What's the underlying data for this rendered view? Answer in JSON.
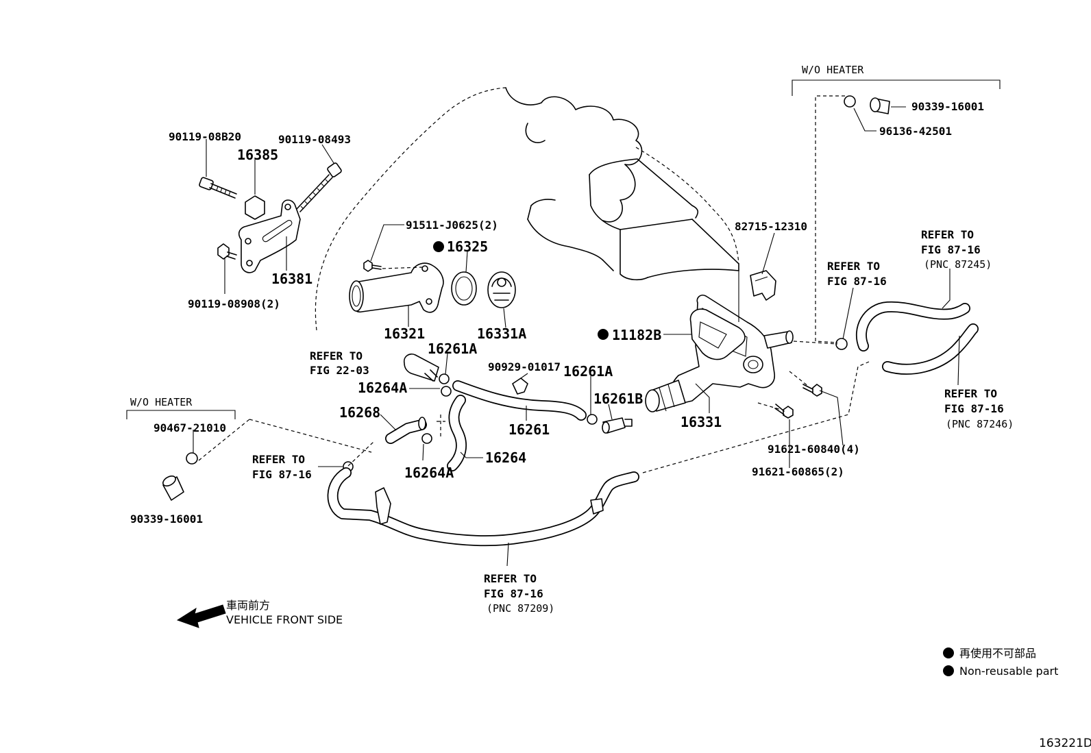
{
  "labels": {
    "p90119_08b20": "90119-08B20",
    "p90119_08493": "90119-08493",
    "p16385": "16385",
    "p16381": "16381",
    "p90119_08908": "90119-08908(2)",
    "p91511": "91511-J0625(2)",
    "p16325": "16325",
    "p16321": "16321",
    "p16331a": "16331A",
    "p82715": "82715-12310",
    "p11182b": "11182B",
    "p16331": "16331",
    "p16261a_1": "16261A",
    "p16261a_2": "16261A",
    "p16261b": "16261B",
    "p16264a_1": "16264A",
    "p16264a_2": "16264A",
    "p16268": "16268",
    "p16264": "16264",
    "p16261": "16261",
    "p90929": "90929-01017",
    "p91621_60840": "91621-60840(4)",
    "p91621_60865": "91621-60865(2)",
    "p90339_r": "90339-16001",
    "p96136": "96136-42501",
    "p90467": "90467-21010",
    "p90339_l": "90339-16001"
  },
  "headers": {
    "wo_heater_left": "W/O HEATER",
    "wo_heater_right": "W/O HEATER"
  },
  "refs": {
    "r22_03_a": "REFER TO",
    "r22_03_b": "FIG 22-03",
    "r8716_left_a": "REFER TO",
    "r8716_left_b": "FIG 87-16",
    "r8716_mid_a": "REFER TO",
    "r8716_mid_b": "FIG 87-16",
    "r87245_a": "REFER TO",
    "r87245_b": "FIG 87-16",
    "r87245_c": "(PNC 87245)",
    "r87246_a": "REFER TO",
    "r87246_b": "FIG 87-16",
    "r87246_c": "(PNC 87246)",
    "r87209_a": "REFER TO",
    "r87209_b": "FIG 87-16",
    "r87209_c": "(PNC 87209)"
  },
  "direction": {
    "jp": "車両前方",
    "en": "VEHICLE FRONT SIDE"
  },
  "legend": {
    "jp": "再使用不可部品",
    "en": "Non-reusable part"
  },
  "figure_id": "163221D"
}
